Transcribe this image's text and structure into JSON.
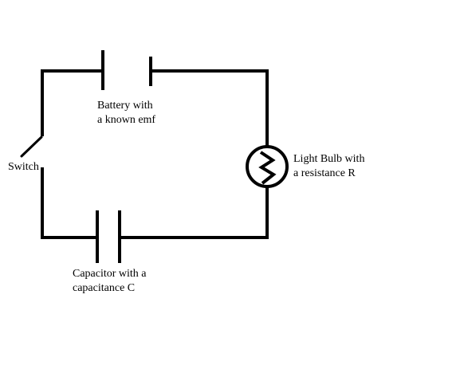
{
  "labels": {
    "battery": [
      "Battery with",
      "a known emf"
    ],
    "switch": [
      "Switch"
    ],
    "bulb": [
      "Light Bulb with",
      "a resistance R"
    ],
    "capacitor": [
      "Capacitor with a",
      "capacitance C"
    ]
  }
}
